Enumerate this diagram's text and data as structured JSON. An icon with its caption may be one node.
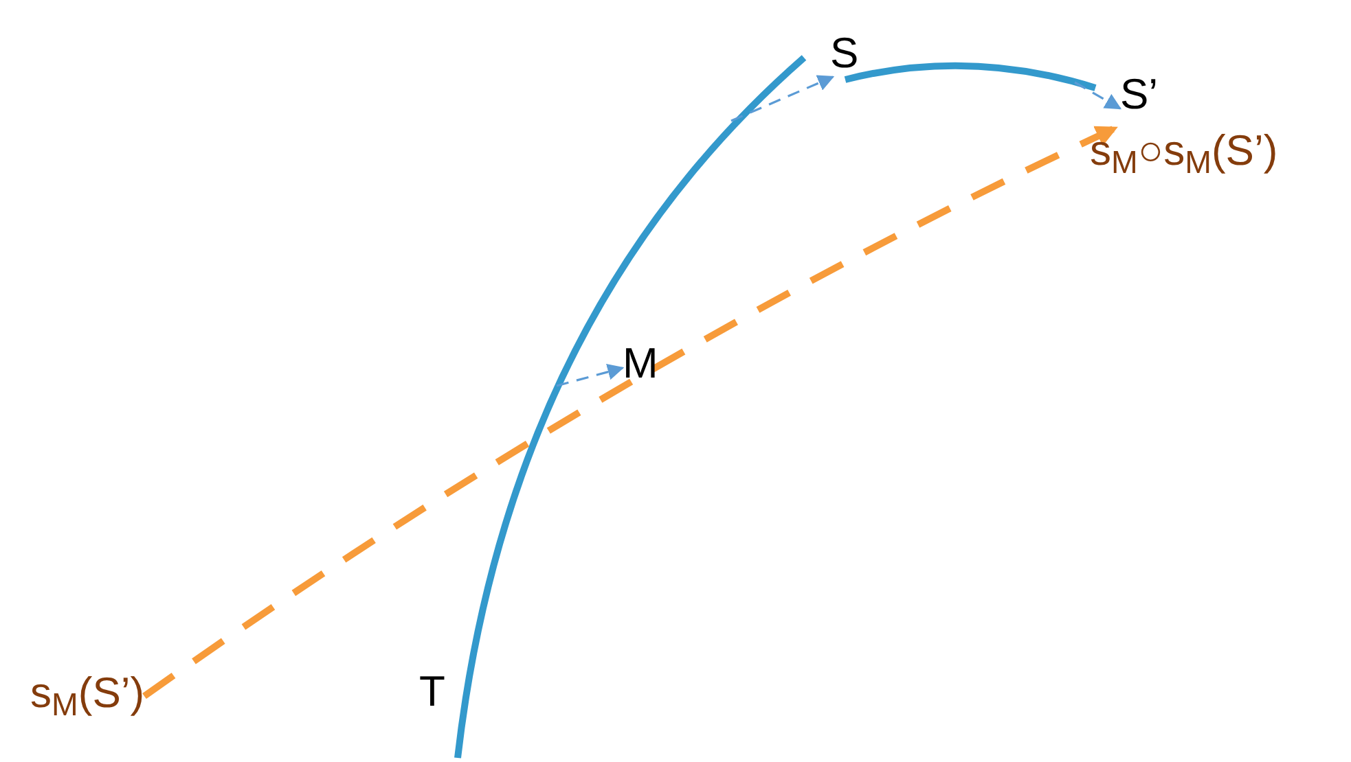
{
  "diagram": {
    "nodes": [
      {
        "text": [
          "S"
        ]
      },
      {
        "text": [
          "S’"
        ]
      },
      {
        "text": [
          "s$_{M}$○s$_{M}$(S’)"
        ]
      },
      {
        "text": [
          "M"
        ]
      },
      {
        "text": [
          "T"
        ]
      },
      {
        "text": [
          "s$_{M}$(S’)"
        ]
      }
    ],
    "edges": [
      {
        "from": null,
        "to": 0,
        "arrow": "to",
        "style": "dashed"
      },
      {
        "from": null,
        "to": 1,
        "arrow": "to",
        "style": "dashed"
      },
      {
        "from": null,
        "to": 3,
        "arrow": "to",
        "style": "dashed"
      },
      {
        "from": 5,
        "to": 2,
        "arrow": "to",
        "style": "dashed",
        "color": "#f79b3a"
      }
    ]
  }
}
